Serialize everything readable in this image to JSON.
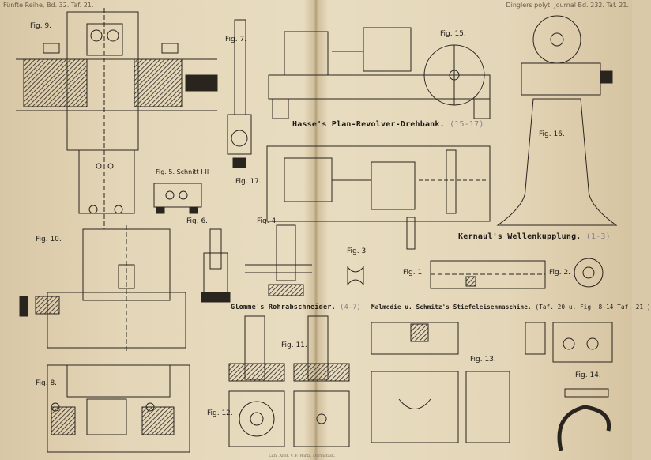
{
  "header": {
    "left": "Fünfte Reihe, Bd. 32. Taf. 21.",
    "right": "Dinglers polyt. Journal Bd. 232. Taf. 21."
  },
  "figures": {
    "fig1": "Fig. 1.",
    "fig2": "Fig. 2.",
    "fig3": "Fig. 3",
    "fig4": "Fig. 4.",
    "fig5": "Fig. 5. Schnitt I-II",
    "fig6": "Fig. 6.",
    "fig7": "Fig. 7.",
    "fig8": "Fig. 8.",
    "fig9": "Fig. 9.",
    "fig10": "Fig. 10.",
    "fig11": "Fig. 11.",
    "fig12": "Fig. 12.",
    "fig13": "Fig. 13.",
    "fig14": "Fig. 14.",
    "fig15": "Fig. 15.",
    "fig16": "Fig. 16.",
    "fig17": "Fig. 17."
  },
  "titles": {
    "hasse": "Hasse's Plan-Revolver-Drehbank.",
    "hasse_ref": "(15-17)",
    "kernaul": "Kernaul's Wellenkupplung.",
    "kernaul_ref": "(1-3)",
    "glomme": "Glomme's Rohrabschneider.",
    "glomme_ref": "(4-7)",
    "malmedie": "Malmedie u. Schmitz's Stiefeleisenmaschine.",
    "malmedie_ref": "(Taf. 20 u. Fig. 8-14 Taf. 21.)"
  },
  "imprint": "Lith. Anst. v. F. Wirtz, Darmstadt."
}
